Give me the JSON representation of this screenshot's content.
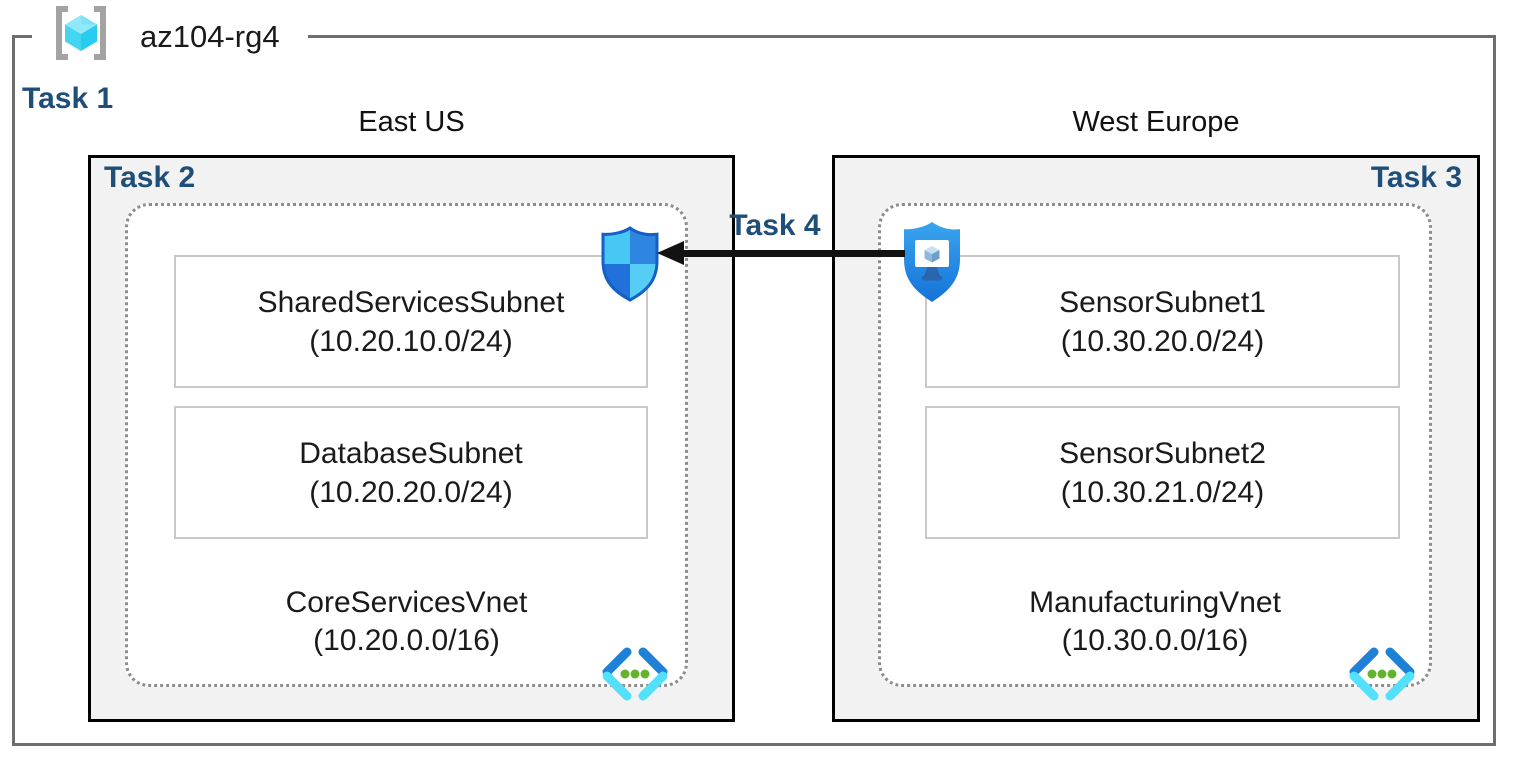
{
  "header": {
    "resource_group_name": "az104-rg4",
    "task1_label": "Task 1"
  },
  "connection": {
    "task4_label": "Task 4",
    "direction": "from ASG in West Europe to NSG in East US",
    "arrow_color": "#121212"
  },
  "regions": [
    {
      "name": "East US",
      "task_label": "Task 2",
      "vnet": {
        "name": "CoreServicesVnet",
        "cidr": "(10.20.0.0/16)"
      },
      "subnets": [
        {
          "name": "SharedServicesSubnet",
          "cidr": "(10.20.10.0/24)"
        },
        {
          "name": "DatabaseSubnet",
          "cidr": "(10.20.20.0/24)"
        }
      ],
      "attached_icon": "network-security-group-shield-icon"
    },
    {
      "name": "West Europe",
      "task_label": "Task 3",
      "vnet": {
        "name": "ManufacturingVnet",
        "cidr": "(10.30.0.0/16)"
      },
      "subnets": [
        {
          "name": "SensorSubnet1",
          "cidr": "(10.30.20.0/24)"
        },
        {
          "name": "SensorSubnet2",
          "cidr": "(10.30.21.0/24)"
        }
      ],
      "attached_icon": "application-security-group-shield-icon"
    }
  ],
  "icons": {
    "resource_group": "resource-group-icon",
    "virtual_network": "virtual-network-icon",
    "nsg": "network-security-group-icon",
    "asg": "application-security-group-icon"
  },
  "colors": {
    "task_label_navy": "#1F4E79",
    "region_fill": "#F2F2F2",
    "region_border": "#000000",
    "rg_border": "#6E6E6E",
    "subnet_border": "#C9C9C9",
    "vnet_dotted_border": "#8D8D8D",
    "vnet_icon_dark_blue": "#1E81D8",
    "vnet_icon_light_cyan": "#53E0FB",
    "vnet_icon_green_dot": "#63B32E",
    "nsg_quadrants": [
      "#47C8F4",
      "#2E86E0",
      "#2071DC",
      "#55CDF4"
    ],
    "asg_shield_blue": "#2490E9"
  }
}
